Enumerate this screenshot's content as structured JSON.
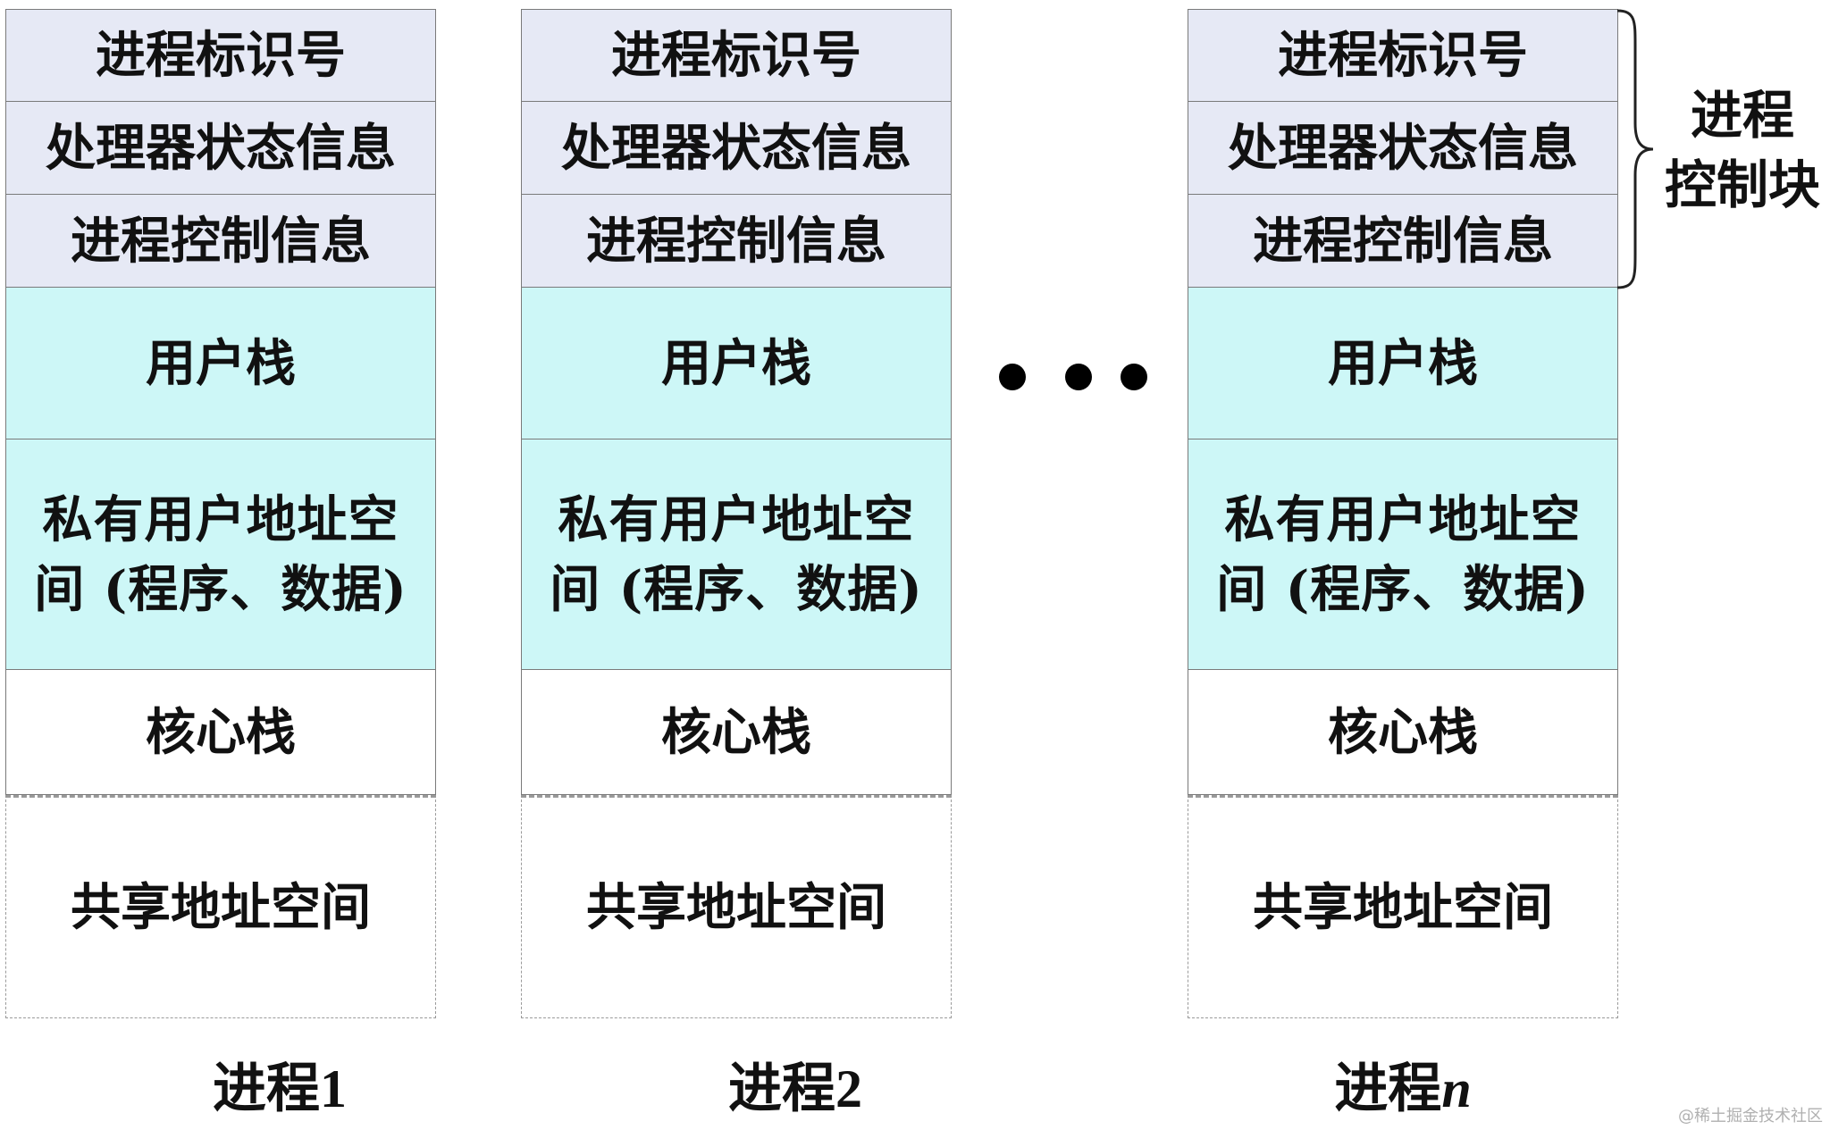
{
  "pcb_rows": [
    "进程标识号",
    "处理器状态信息",
    "进程控制信息"
  ],
  "user_stack": "用户栈",
  "private_space_line1": "私有用户地址空",
  "private_space_line2": "间 (程序、数据)",
  "kernel_stack": "核心栈",
  "shared_space": "共享地址空间",
  "processes": [
    {
      "name": "进程",
      "suffix": "1"
    },
    {
      "name": "进程",
      "suffix": "2"
    },
    {
      "name": "进程",
      "suffix": "n"
    }
  ],
  "pcb_brace_label_line1": "进程",
  "pcb_brace_label_line2": "控制块",
  "watermark": "@稀土掘金技术社区",
  "colors": {
    "pcb_fill": "#e6e9f5",
    "user_fill": "#cdf7f7"
  }
}
